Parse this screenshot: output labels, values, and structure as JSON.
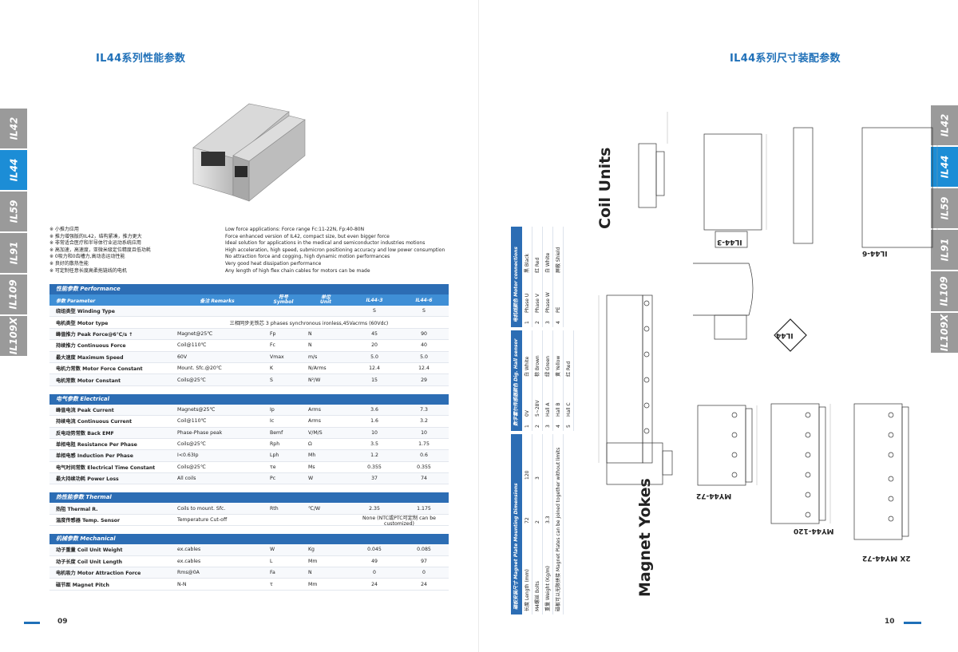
{
  "left": {
    "title": "IL44系列性能参数",
    "tabs": [
      "IL42",
      "IL44",
      "IL59",
      "IL91",
      "IL109",
      "IL109X"
    ],
    "bullets_cn": "※ 小推力应用\n※ 推力增强版的IL42，结构紧凑，推力更大\n※ 非常适合医疗和半导体行业运动系统应用\n※ 高加速，高速度，亚微米级定位精度且低功耗\n※ 0吸力和0齿槽力,高动态运动性能\n※ 良好的散热性能\n※ 可定制任意长度高柔拖链线的电机",
    "bullets_en": "Low force applications: Force range Fc:11-22N, Fp:40-80N\nForce enhanced version of IL42, compact size, but even bigger force\nIdeal solution for applications in the medical and semiconductor industries motions\nHigh acceleration, high speed, submicron positioning accuracy and low power consumption\nNo attraction force and cogging, high dynamic motion performances\nVery good heat dissipation performance\nAny length of high flex chain cables for motors can be made",
    "page_number": "09",
    "groups": [
      {
        "head": "性能参数 Performance",
        "columns": {
          "param": "参数 Parameter",
          "remarks": "备注 Remarks",
          "symbol": "符号\nSymbol",
          "unit": "单位\nUnit",
          "m1": "IL44-3",
          "m2": "IL44-6"
        },
        "rows": [
          {
            "p": "绕组类型 Winding Type",
            "r": "",
            "s": "",
            "u": "",
            "a": "S",
            "b": "S"
          },
          {
            "p": "电机类型 Motor type",
            "span": "三相同步无铁芯 3 phases synchronous ironless,45Vacrms (60Vdc)"
          },
          {
            "p": "峰值推力 Peak Force@6℃/s ↑",
            "r": "Magnet@25℃",
            "s": "Fp",
            "u": "N",
            "a": "45",
            "b": "90"
          },
          {
            "p": "持续推力 Continuous Force",
            "r": "Coil@110℃",
            "s": "Fc",
            "u": "N",
            "a": "20",
            "b": "40"
          },
          {
            "p": "最大速度 Maximum Speed",
            "r": "60V",
            "s": "Vmax",
            "u": "m/s",
            "a": "5.0",
            "b": "5.0"
          },
          {
            "p": "电机力常数 Motor Force Constant",
            "r": "Mount. Sfc.@20℃",
            "s": "K",
            "u": "N/Arms",
            "a": "12.4",
            "b": "12.4"
          },
          {
            "p": "电机常数 Motor Constant",
            "r": "Coils@25℃",
            "s": "S",
            "u": "N²/W",
            "a": "15",
            "b": "29"
          }
        ]
      },
      {
        "head": "电气参数 Electrical",
        "rows": [
          {
            "p": "峰值电流 Peak Current",
            "r": "Magnets@25℃",
            "s": "Ip",
            "u": "Arms",
            "a": "3.6",
            "b": "7.3"
          },
          {
            "p": "持续电流 Continuous Current",
            "r": "Coil@110℃",
            "s": "Ic",
            "u": "Arms",
            "a": "1.6",
            "b": "3.2"
          },
          {
            "p": "反电动势常数 Back EMF",
            "r": "Phase-Phase peak",
            "s": "Bemf",
            "u": "V/M/S",
            "a": "10",
            "b": "10"
          },
          {
            "p": "单相电阻 Resistance Per Phase",
            "r": "Coils@25℃",
            "s": "Rph",
            "u": "Ω",
            "a": "3.5",
            "b": "1.75"
          },
          {
            "p": "单相电感 Induction Per Phase",
            "r": "I<0.63Ip",
            "s": "Lph",
            "u": "Mh",
            "a": "1.2",
            "b": "0.6"
          },
          {
            "p": "电气时间常数 Electrical Time Constant",
            "r": "Coils@25℃",
            "s": "τe",
            "u": "Ms",
            "a": "0.355",
            "b": "0.355"
          },
          {
            "p": "最大持续功耗 Power Loss",
            "r": "All coils",
            "s": "Pc",
            "u": "W",
            "a": "37",
            "b": "74"
          }
        ]
      },
      {
        "head": "热性能参数 Thermal",
        "rows": [
          {
            "p": "热阻 Thermal R.",
            "r": "Coils to mount. Sfc.",
            "s": "Rth",
            "u": "℃/W",
            "a": "2.35",
            "b": "1.175"
          },
          {
            "p": "温度传感器 Temp. Sensor",
            "r": "Temperature Cut-off",
            "s": "",
            "u": "",
            "span2": "None (NTC或PTC可定制 can be customized)"
          }
        ]
      },
      {
        "head": "机械参数 Mechanical",
        "rows": [
          {
            "p": "动子重量 Coil Unit Weight",
            "r": "ex.cables",
            "s": "W",
            "u": "Kg",
            "a": "0.045",
            "b": "0.085"
          },
          {
            "p": "动子长度 Coil Unit Length",
            "r": "ex.cables",
            "s": "L",
            "u": "Mm",
            "a": "49",
            "b": "97"
          },
          {
            "p": "电机吸力 Motor Attraction Force",
            "r": "Rms@0A",
            "s": "Fa",
            "u": "N",
            "a": "0",
            "b": "0"
          },
          {
            "p": "磁节距 Magnet Pitch",
            "r": "N-N",
            "s": "τ",
            "u": "Mm",
            "a": "24",
            "b": "24"
          }
        ]
      }
    ]
  },
  "right": {
    "title": "IL44系列尺寸装配参数",
    "tabs": [
      "IL42",
      "IL44",
      "IL59",
      "IL91",
      "IL109",
      "IL109X"
    ],
    "page_number": "10",
    "coil_units": "Coil Units",
    "magnet_yokes": "Magnet Yokes",
    "badge": "IL44",
    "labels": [
      "IL44-3",
      "IL44-6",
      "MY44-72",
      "MY44-120",
      "2X MY44-72"
    ],
    "motor_conn": {
      "head": "电机线颜色 Motor connections",
      "rows": [
        [
          "1",
          "Phase U",
          "黑 Black"
        ],
        [
          "2",
          "Phase V",
          "红 Red"
        ],
        [
          "3",
          "Phase W",
          "白 White"
        ],
        [
          "4",
          "PE",
          "屏蔽 Shield"
        ]
      ]
    },
    "hall_conn": {
      "head": "数字霍尔传感器颜色 Dig. Hall sensor connections",
      "rows": [
        [
          "1",
          "0V",
          "白 White"
        ],
        [
          "2",
          "5~28V",
          "棕 Brown"
        ],
        [
          "3",
          "Hall A",
          "绿 Green"
        ],
        [
          "4",
          "Hall B",
          "黄 Yellow"
        ],
        [
          "5",
          "Hall C",
          "红 Red"
        ]
      ]
    },
    "magnet_dims": {
      "head": "磁板安装尺寸 Magnet Plate Mounting Dimensions",
      "rows": [
        [
          "长度 Length (mm)",
          "72",
          "120"
        ],
        [
          "M4螺丝 Bolts",
          "2",
          "3"
        ],
        [
          "重量 Weight (Kg/m)",
          "3.3",
          ""
        ]
      ],
      "note": "磁板可以无限拼接 Magnet Plates can be joined together without limits"
    }
  },
  "colors": {
    "accent": "#1f70b8",
    "tab_active": "#1c8dd6",
    "tab_inactive": "#9a9a9a",
    "header": "#2c6db4"
  }
}
